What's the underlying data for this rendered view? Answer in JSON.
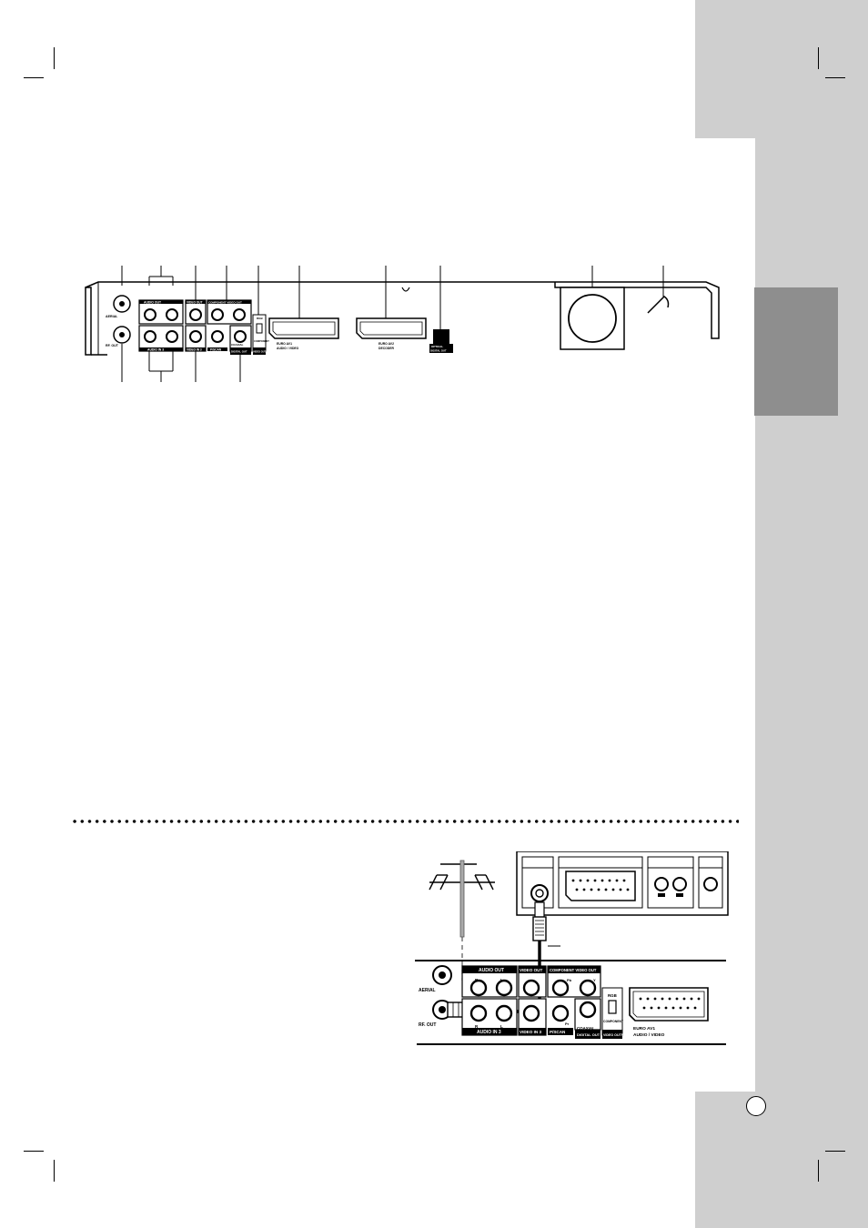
{
  "panel_labels": {
    "aerial": "AERIAL",
    "rf_out": "RF. OUT",
    "audio_out": "AUDIO OUT",
    "audio_in": "AUDIO IN 3",
    "video_out": "VIDEO OUT",
    "video_in": "VIDEO IN 3",
    "component_video_out": "COMPONENT VIDEO OUT",
    "pscan": "P/SCAN",
    "coaxial": "COAXIAL",
    "digital_out": "DIGITAL OUT",
    "rgb": "RGB",
    "component": "COMPONENT",
    "video_output": "VIDEO OUTPUT",
    "euro_av1": "EURO AV1",
    "euro_av1_sub": "AUDIO / VIDEO",
    "euro_av2": "EURO AV2",
    "euro_av2_sub": "DECODER",
    "optical": "OPTICAL",
    "optical_sub": "DIGITAL OUT",
    "r": "R",
    "l": "L",
    "pb": "Pb",
    "pr": "Pr",
    "y": "Y"
  },
  "colors": {
    "side_band": "#cfcfcf",
    "tab": "#8e8e8e",
    "ink": "#000000"
  },
  "icons": [
    "antenna-icon",
    "scart-connector-icon",
    "rca-jack-icon",
    "power-cord-icon",
    "fan-icon"
  ]
}
